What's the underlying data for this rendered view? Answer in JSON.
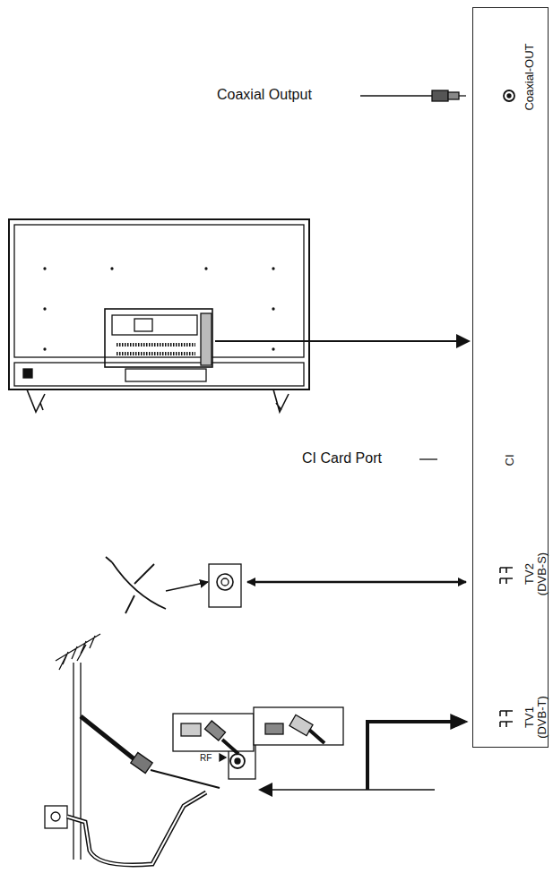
{
  "diagram": {
    "nodes": [
      {
        "text": [
          "Coaxial-OUT",
          "CI",
          "TV2 (DVB-S)",
          "TV1 (DVB-T)"
        ]
      }
    ],
    "labels": [
      "Coaxial Output",
      "CI Card Port",
      "RF"
    ]
  }
}
